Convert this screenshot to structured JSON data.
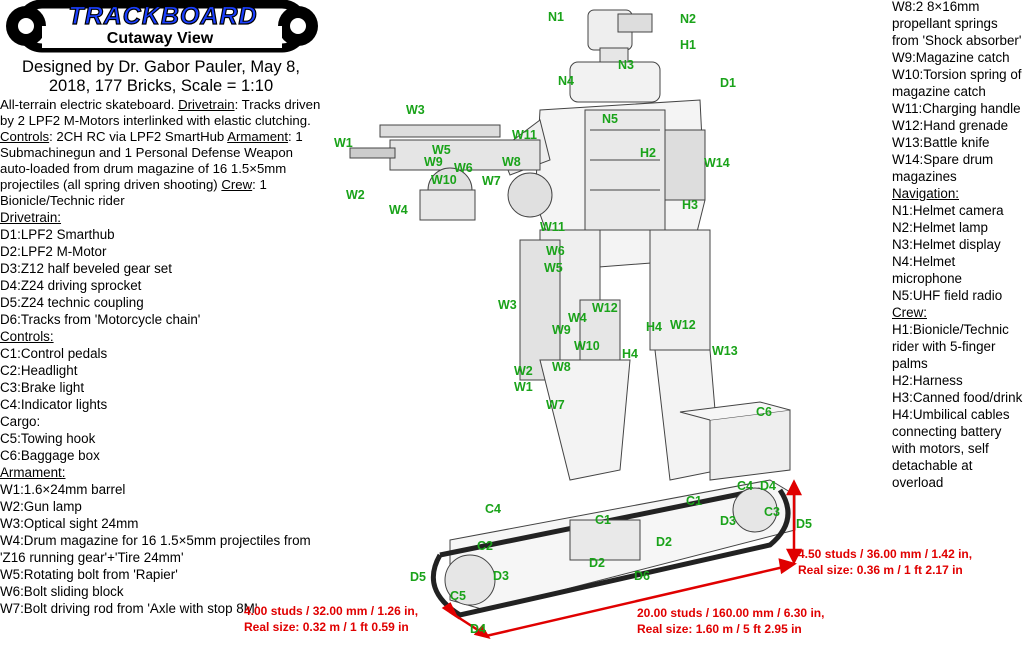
{
  "logo": {
    "title": "TRACKBOARD",
    "subtitle": "Cutaway View"
  },
  "header": {
    "designer": "Designed by Dr. Gabor Pauler, May 8, 2018, 177 Bricks, Scale = 1:10"
  },
  "intro": {
    "desc": "All-terrain electric skateboard.",
    "drivetrain_head": "Drivetrain",
    "drivetrain_text": ": Tracks driven by 2 LPF2 M-Motors interlinked with elastic clutching.",
    "controls_head": "Controls",
    "controls_text": ": 2CH RC via LPF2 SmartHub",
    "armament_head": "Armament",
    "armament_text": ": 1 Submachinegun and 1 Personal Defense Weapon auto-loaded from drum magazine of 16 1.5×5mm projectiles (all spring driven shooting)",
    "crew_head": "Crew",
    "crew_text": ": 1 Bionicle/Technic rider"
  },
  "sections_left": [
    {
      "heading": "Drivetrain:",
      "items": [
        "D1:LPF2 Smarthub",
        "D2:LPF2 M-Motor",
        "D3:Z12 half beveled gear set",
        "D4:Z24 driving sprocket",
        "D5:Z24 technic coupling",
        "D6:Tracks from 'Motorcycle chain'"
      ]
    },
    {
      "heading": "Controls:",
      "items": [
        "C1:Control pedals",
        "C2:Headlight",
        "C3:Brake light",
        "C4:Indicator lights"
      ]
    },
    {
      "heading": "",
      "items": [
        "Cargo:",
        "C5:Towing hook",
        "C6:Baggage box"
      ]
    },
    {
      "heading": "Armament:",
      "items": [
        "W1:1.6×24mm barrel",
        "W2:Gun lamp",
        "W3:Optical sight 24mm",
        "W4:Drum magazine for 16 1.5×5mm projectiles from 'Z16 running gear'+'Tire 24mm'",
        "W5:Rotating bolt from 'Rapier'",
        "W6:Bolt sliding block",
        "W7:Bolt driving rod from 'Axle with stop 8M'"
      ]
    }
  ],
  "sections_right": [
    {
      "heading": "",
      "items": [
        "W8:2 8×16mm propellant springs from 'Shock absorber'",
        "W9:Magazine catch",
        "W10:Torsion spring of magazine catch",
        "W11:Charging handle",
        "W12:Hand grenade",
        "W13:Battle knife",
        "W14:Spare drum magazines"
      ]
    },
    {
      "heading": "Navigation:",
      "items": [
        "N1:Helmet camera",
        "N2:Helmet lamp",
        "N3:Helmet display",
        "N4:Helmet microphone",
        "N5:UHF field radio"
      ]
    },
    {
      "heading": "Crew:",
      "items": [
        "H1:Bionicle/Technic rider with 5-finger palms",
        "H2:Harness",
        "H3:Canned food/drink",
        "H4:Umbilical cables connecting battery with motors, self detachable at overload"
      ]
    }
  ],
  "callouts": [
    {
      "text": "N1"
    },
    {
      "text": "N2"
    },
    {
      "text": "H1"
    },
    {
      "text": "N3"
    },
    {
      "text": "N4"
    },
    {
      "text": "D1"
    },
    {
      "text": "N5"
    },
    {
      "text": "W3"
    },
    {
      "text": "W11"
    },
    {
      "text": "W1"
    },
    {
      "text": "W5"
    },
    {
      "text": "H2"
    },
    {
      "text": "W9"
    },
    {
      "text": "W6"
    },
    {
      "text": "W8"
    },
    {
      "text": "W14"
    },
    {
      "text": "W10"
    },
    {
      "text": "W7"
    },
    {
      "text": "W2"
    },
    {
      "text": "W4"
    },
    {
      "text": "H3"
    },
    {
      "text": "W11"
    },
    {
      "text": "W6"
    },
    {
      "text": "W5"
    },
    {
      "text": "W3"
    },
    {
      "text": "W12"
    },
    {
      "text": "W4"
    },
    {
      "text": "H4"
    },
    {
      "text": "W12"
    },
    {
      "text": "W9"
    },
    {
      "text": "W10"
    },
    {
      "text": "W13"
    },
    {
      "text": "H4"
    },
    {
      "text": "W2"
    },
    {
      "text": "W8"
    },
    {
      "text": "W1"
    },
    {
      "text": "W7"
    },
    {
      "text": "C6"
    },
    {
      "text": "C4"
    },
    {
      "text": "D4"
    },
    {
      "text": "C1"
    },
    {
      "text": "C3"
    },
    {
      "text": "C4"
    },
    {
      "text": "D3"
    },
    {
      "text": "D5"
    },
    {
      "text": "C1"
    },
    {
      "text": "C2"
    },
    {
      "text": "D2"
    },
    {
      "text": "D2"
    },
    {
      "text": "D3"
    },
    {
      "text": "D6"
    },
    {
      "text": "D5"
    },
    {
      "text": "C5"
    },
    {
      "text": "D4"
    }
  ],
  "dimensions": {
    "height_line1": "4.50 studs / 36.00 mm / 1.42 in,",
    "height_line2": "Real size: 0.36 m / 1 ft 2.17 in",
    "width_line1": "4.00 studs / 32.00 mm / 1.26 in,",
    "width_line2": "Real size: 0.32 m / 1 ft 0.59 in",
    "length_line1": "20.00 studs / 160.00 mm / 6.30 in,",
    "length_line2": "Real size: 1.60 m / 5 ft 2.95 in"
  },
  "colors": {
    "callout": "#1aa31a",
    "dimension": "#e00000",
    "logo": "#1a3fff"
  }
}
